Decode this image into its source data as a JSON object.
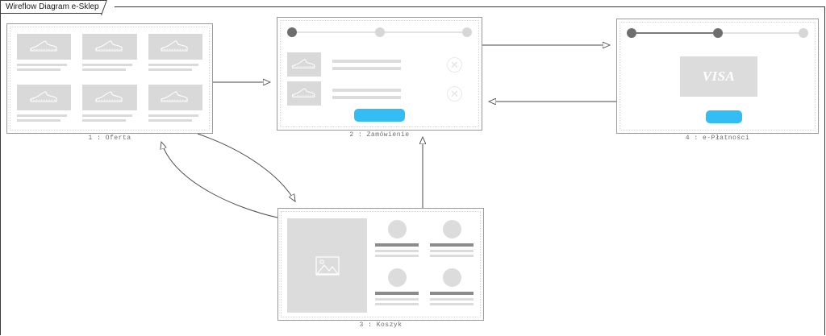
{
  "diagram": {
    "title": "Wireflow Diagram e-Sklep",
    "accent_color": "#33bdf5",
    "frame_color": "#3a3a3a",
    "screen_border_color": "#9a9a9a",
    "placeholder_color": "#d9d9d9"
  },
  "screens": [
    {
      "id": "oferta",
      "label": "1 : Oferta",
      "products": [
        {
          "icon": "shoe-icon"
        },
        {
          "icon": "shoe-icon"
        },
        {
          "icon": "shoe-icon"
        },
        {
          "icon": "shoe-icon"
        },
        {
          "icon": "shoe-icon"
        },
        {
          "icon": "shoe-icon"
        }
      ]
    },
    {
      "id": "zamowienie",
      "label": "2 : Zamówienie",
      "stepper": {
        "steps": 3,
        "active_index": 0
      },
      "items": [
        {
          "icon": "shoe-icon",
          "remove_icon": "close-circle-icon"
        },
        {
          "icon": "shoe-icon",
          "remove_icon": "close-circle-icon"
        }
      ],
      "cta": {
        "label": ""
      }
    },
    {
      "id": "koszyk",
      "label": "3 : Koszyk",
      "gallery": {
        "icon": "image-placeholder-icon"
      },
      "details": [
        {
          "avatar": "avatar-icon"
        },
        {
          "avatar": "avatar-icon"
        },
        {
          "avatar": "avatar-icon"
        },
        {
          "avatar": "avatar-icon"
        }
      ]
    },
    {
      "id": "e-platnosci",
      "label": "4 : e-Płatności",
      "stepper": {
        "steps": 3,
        "active_index": 1
      },
      "card": {
        "brand": "VISA"
      },
      "cta": {
        "label": ""
      }
    }
  ],
  "connectors": [
    {
      "from": "oferta",
      "to": "zamowienie",
      "style": "straight"
    },
    {
      "from": "zamowienie",
      "to": "e-platnosci",
      "style": "straight"
    },
    {
      "from": "e-platnosci",
      "to": "zamowienie",
      "style": "straight"
    },
    {
      "from": "oferta",
      "to": "koszyk",
      "style": "curved"
    },
    {
      "from": "koszyk",
      "to": "oferta",
      "style": "curved"
    },
    {
      "from": "koszyk",
      "to": "zamowienie",
      "style": "straight"
    }
  ]
}
